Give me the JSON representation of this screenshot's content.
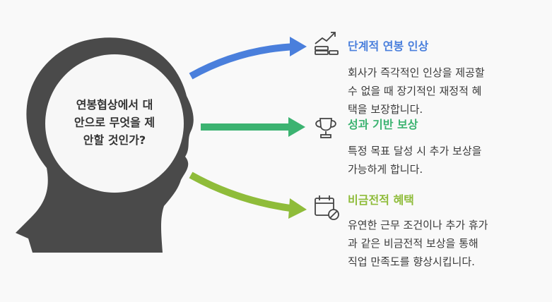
{
  "center": {
    "line1": "연봉협상에서 대",
    "line2": "안으로 무엇을 제",
    "line3": "안할 것인가?"
  },
  "items": [
    {
      "title": "단계적 연봉 인상",
      "desc_line1": "회사가 즉각적인 인상을 제공할",
      "desc_line2": "수 없을 때 장기적인 재정적 혜",
      "desc_line3": "택을 보장합니다.",
      "icon": "money-growth-icon",
      "color": "#4a7fdc"
    },
    {
      "title": "성과 기반 보상",
      "desc_line1": "특정 목표 달성 시 추가 보상을",
      "desc_line2": "가능하게 합니다.",
      "icon": "trophy-icon",
      "color": "#3cb371"
    },
    {
      "title": "비금전적 혜택",
      "desc_line1": "유연한 근무 조건이나 추가 휴가",
      "desc_line2": "과 같은 비금전적 보상을 통해",
      "desc_line3": "직업 만족도를 향상시킵니다.",
      "icon": "calendar-cancel-icon",
      "color": "#8fbc3a"
    }
  ]
}
